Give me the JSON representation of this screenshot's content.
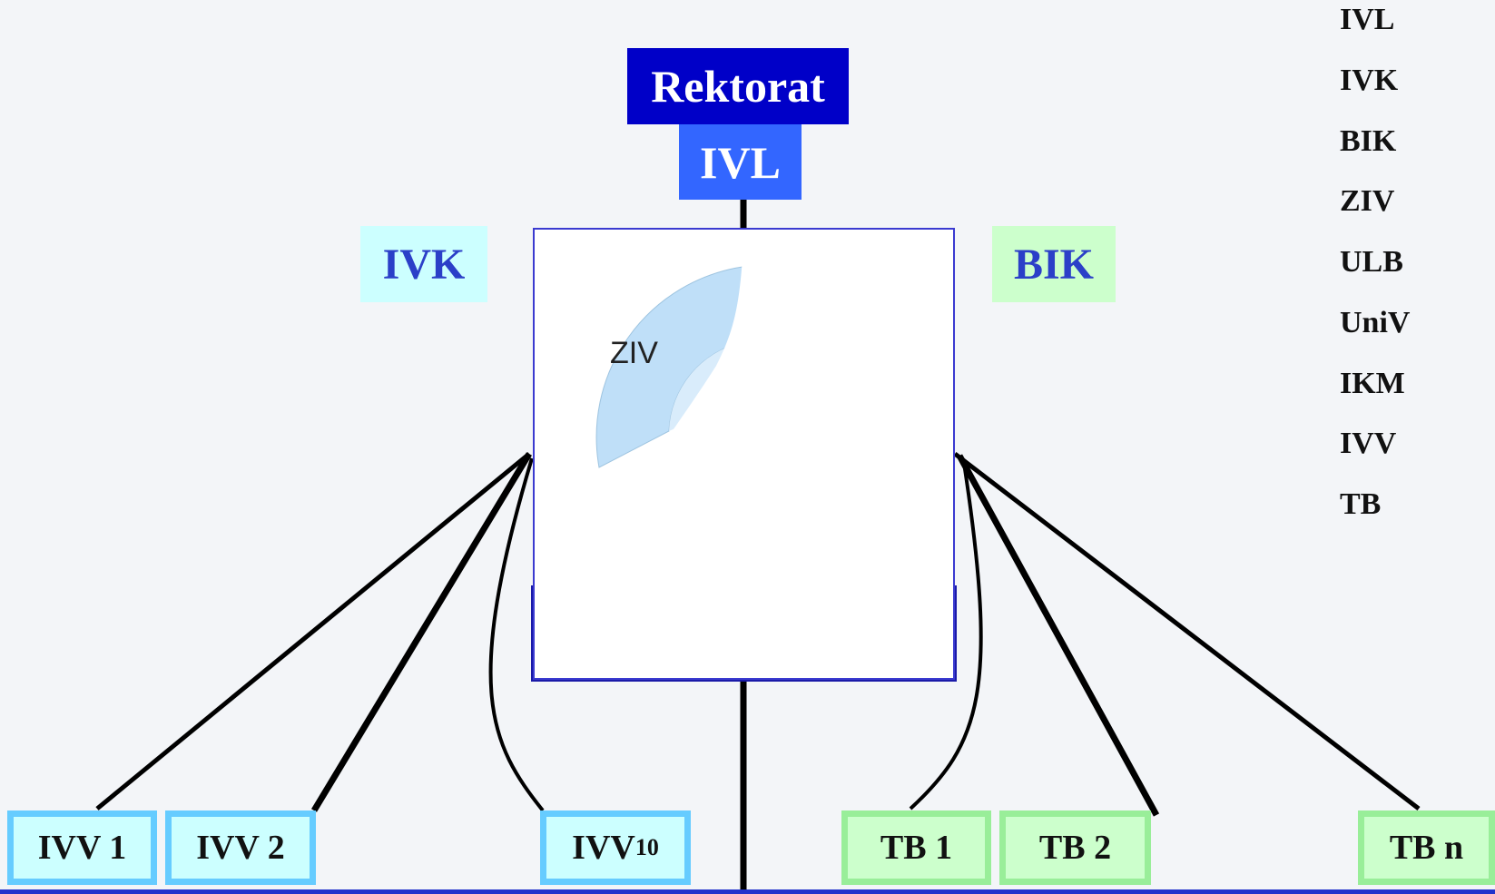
{
  "diagram": {
    "top": {
      "rektorat": "Rektorat",
      "ivl": "IVL"
    },
    "sides": {
      "left": "IVK",
      "right": "BIK"
    },
    "center": {
      "ring_label": "ZIV"
    },
    "bottom": {
      "ivv1": "IVV 1",
      "ivv2": "IVV 2",
      "ivv10_main": "IVV",
      "ivv10_sub": "10",
      "tb1": "TB 1",
      "tb2": "TB 2",
      "tbn": "TB n"
    },
    "legend": [
      "IVL",
      "IVK",
      "BIK",
      "ZIV",
      "ULB",
      "UniV",
      "IKM",
      "IVV",
      "TB"
    ]
  },
  "colors": {
    "background": "#f3f5f8",
    "rektorat": "#0000c8",
    "ivl": "#3366ff",
    "ivv_fill": "#ccffff",
    "ivv_border": "#66ccff",
    "tb_fill": "#ccffcc",
    "tb_border": "#99ee99",
    "side_text": "#2b3fc8",
    "ring": "#bfdff8"
  }
}
